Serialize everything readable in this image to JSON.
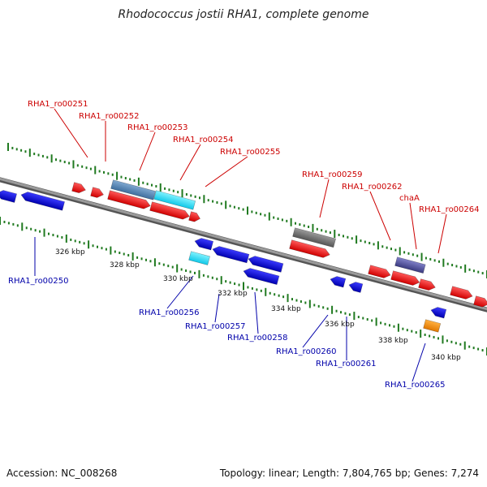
{
  "title": "Rhodococcus jostii RHA1, complete genome",
  "footer": {
    "accession": "Accession: NC_008268",
    "topology": "Topology: linear; Length: 7,804,765 bp; Genes: 7,274"
  },
  "colors": {
    "forward_label": "#cc0000",
    "reverse_label": "#0000aa",
    "tick": "#207a20",
    "backbone": "#777777"
  },
  "kbp_labels": [
    "326 kbp",
    "328 kbp",
    "330 kbp",
    "332 kbp",
    "334 kbp",
    "336 kbp",
    "338 kbp",
    "340 kbp"
  ],
  "forward_genes": [
    "RHA1_ro00251",
    "RHA1_ro00252",
    "RHA1_ro00253",
    "RHA1_ro00254",
    "RHA1_ro00255",
    "RHA1_ro00259",
    "RHA1_ro00262",
    "chaA",
    "RHA1_ro00264"
  ],
  "reverse_genes": [
    "RHA1_ro00250",
    "RHA1_ro00256",
    "RHA1_ro00257",
    "RHA1_ro00258",
    "RHA1_ro00260",
    "RHA1_ro00261",
    "RHA1_ro00265"
  ]
}
